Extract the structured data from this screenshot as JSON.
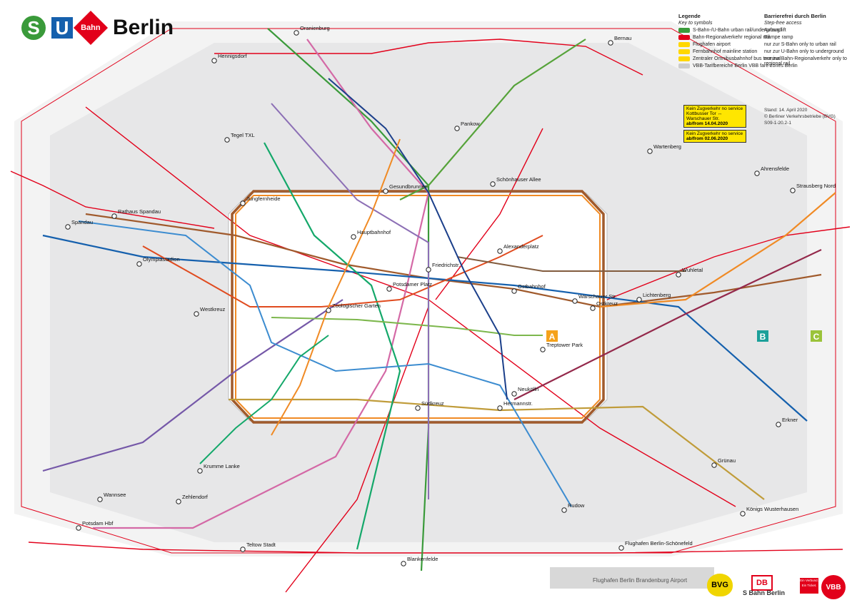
{
  "header": {
    "logo_s": "S",
    "logo_u": "U",
    "logo_db": "Bahn",
    "city": "Berlin"
  },
  "legend": {
    "title": "Legende",
    "subtitle": "Key to symbols",
    "items": [
      {
        "label": "S-Bahn-/U-Bahn urban rail/underground",
        "color": "#3a9a3a"
      },
      {
        "label": "Bahn-Regionalverkehr regional rail",
        "color": "#e2001a"
      },
      {
        "label": "Flughafen airport",
        "color": "#ffd700"
      },
      {
        "label": "Fernbahnhof mainline station",
        "color": "#ffd700"
      },
      {
        "label": "Zentraler Omnibusbahnhof bus terminal",
        "color": "#ffd700"
      },
      {
        "label": "VBB-Tarifbereiche Berlin VBB fare zones Berlin",
        "color": "#cccccc"
      }
    ],
    "barrierfree_title": "Barrierefrei durch Berlin",
    "barrierfree_subtitle": "Step-free access",
    "barrierfree": [
      "Aufzug lift",
      "Rampe ramp",
      "nur zur S-Bahn only to urban rail",
      "nur zur U-Bahn only to underground",
      "nur zur Bahn-Regionalverkehr only to regional rail"
    ],
    "no_service": [
      "Kein Zugverkehr no service",
      "Kottbusser Tor ↔ Warschauer Str.",
      "ab/from 14.04.2020",
      "Kein Zugverkehr no service",
      "ab/from 02.06.2020"
    ],
    "stand": [
      "Stand: 14. April 2020",
      "© Berliner Verkehrsbetriebe (BVG)",
      "S09-1-20.2-1"
    ]
  },
  "zones": {
    "a": "A",
    "b": "B",
    "c": "C"
  },
  "colors": {
    "ring": "#a05a2c",
    "sbahn": "#3a9a3a",
    "u": "#1560ad",
    "regional": "#e2001a",
    "u1": "#7db74d",
    "u2": "#e04b1f",
    "u5": "#825c3e",
    "u6": "#8c6fb5",
    "u7": "#3c8cd0",
    "u8": "#1b3f8a",
    "u9": "#f08a24"
  },
  "stations": [
    {
      "name": "Hennigsdorf"
    },
    {
      "name": "Oranienburg"
    },
    {
      "name": "Bernau"
    },
    {
      "name": "Ahrensfelde"
    },
    {
      "name": "Strausberg Nord"
    },
    {
      "name": "Erkner"
    },
    {
      "name": "Königs Wusterhausen"
    },
    {
      "name": "Flughafen Berlin-Schönefeld"
    },
    {
      "name": "Potsdam Hbf"
    },
    {
      "name": "Spandau"
    },
    {
      "name": "Teltow Stadt"
    },
    {
      "name": "Blankenfelde"
    },
    {
      "name": "Tegel TXL"
    },
    {
      "name": "Hauptbahnhof"
    },
    {
      "name": "Gesundbrunnen"
    },
    {
      "name": "Alexanderplatz"
    },
    {
      "name": "Ostbahnhof"
    },
    {
      "name": "Ostkreuz"
    },
    {
      "name": "Westkreuz"
    },
    {
      "name": "Südkreuz"
    },
    {
      "name": "Zoologischer Garten"
    },
    {
      "name": "Friedrichstr."
    },
    {
      "name": "Potsdamer Platz"
    },
    {
      "name": "Wannsee"
    },
    {
      "name": "Olympiastadion"
    },
    {
      "name": "Pankow"
    },
    {
      "name": "Lichtenberg"
    },
    {
      "name": "Treptower Park"
    },
    {
      "name": "Grünau"
    },
    {
      "name": "Wartenberg"
    },
    {
      "name": "Rudow"
    },
    {
      "name": "Krumme Lanke"
    },
    {
      "name": "Rathaus Spandau"
    },
    {
      "name": "Warschauer Str."
    },
    {
      "name": "Hermannstr."
    },
    {
      "name": "Schönhauser Allee"
    },
    {
      "name": "Jungfernheide"
    },
    {
      "name": "Neukölln"
    },
    {
      "name": "Wuhletal"
    },
    {
      "name": "Zehlendorf"
    }
  ],
  "footer": {
    "airport": "Flughafen Berlin Brandenburg Airport",
    "bvg": "BVG",
    "db": "DB",
    "sbahn": "S Bahn Berlin",
    "vbb": "VBB",
    "vbb_tag": "Ein Verbund. Ein Ticket."
  }
}
